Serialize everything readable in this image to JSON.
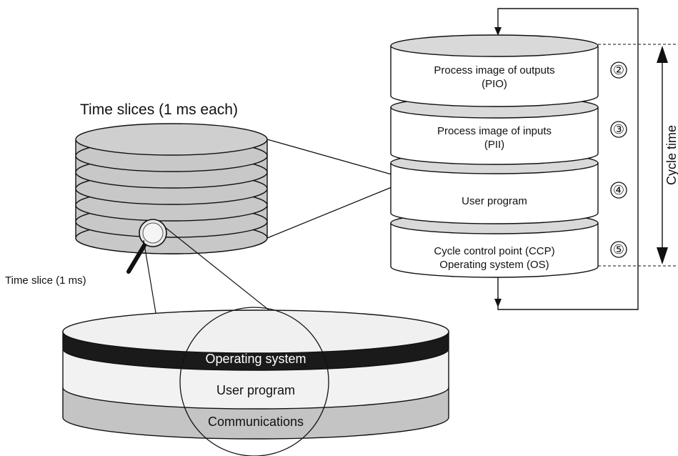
{
  "diagram": {
    "title_time_slices": "Time slices (1 ms each)",
    "title_time_slice": "Time slice (1 ms)",
    "cycle_time_label": "Cycle time",
    "stack": [
      {
        "number": "②",
        "line1": "Process image of outputs",
        "line2": "(PIO)"
      },
      {
        "number": "③",
        "line1": "Process image of inputs",
        "line2": "(PII)"
      },
      {
        "number": "④",
        "line1": "User program",
        "line2": ""
      },
      {
        "number": "⑤",
        "line1": "Cycle control point (CCP)",
        "line2": "Operating system (OS)"
      }
    ],
    "slice_layers": {
      "top": "Operating system",
      "middle": "User program",
      "bottom": "Communications"
    }
  },
  "colors": {
    "disk_top": "#d9d9d9",
    "disk_side": "#ffffff",
    "slice_stack": "#c8c8c8",
    "os_band": "#1a1a1a",
    "user_band": "#f2f2f2",
    "comm_band": "#c4c4c4",
    "line": "#111111"
  }
}
